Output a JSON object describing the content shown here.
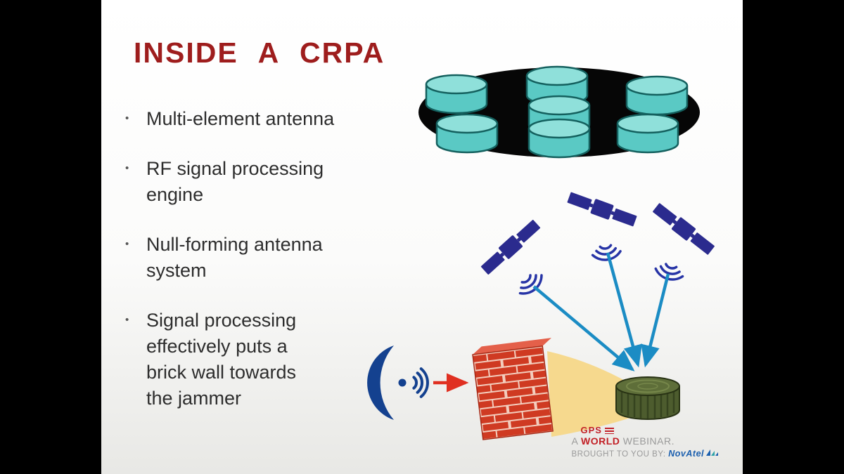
{
  "slide": {
    "title": "INSIDE A CRPA",
    "bullets": [
      {
        "marker": "•",
        "text": "Multi-element antenna"
      },
      {
        "marker": "•",
        "text": "RF signal processing\nengine"
      },
      {
        "marker": "•",
        "text": "Null-forming antenna\nsystem"
      },
      {
        "marker": "•",
        "text": "Signal processing\neffectively puts a\nbrick wall towards\nthe jammer"
      }
    ]
  },
  "footer": {
    "gps": "GPS",
    "line2_a": "A",
    "line2_world": "WORLD",
    "line2_webinar": "WEBINAR.",
    "brought": "BROUGHT TO YOU BY:",
    "novatel": "NovAtel"
  },
  "icons": {
    "antenna_array": "seven-element-antenna-array",
    "satellite": "gps-satellite-icon",
    "signal_waves": "signal-waves-icon",
    "jammer": "jammer-dish-icon",
    "brick_wall": "brick-wall",
    "receiver": "crpa-receiver-antenna"
  },
  "colors": {
    "title_red": "#9e1d1d",
    "element_teal": "#5ac9c4",
    "satellite_blue": "#2b2b8e",
    "arrow_blue": "#1b8cc4",
    "jammer_blue": "#14418f",
    "jam_arrow_red": "#e03021",
    "brick_red": "#cf3a22",
    "beam_yellow": "#f6d98e",
    "receiver_green": "#4d5c2e",
    "logo_red": "#c22026",
    "novatel_blue": "#1b5fae"
  }
}
